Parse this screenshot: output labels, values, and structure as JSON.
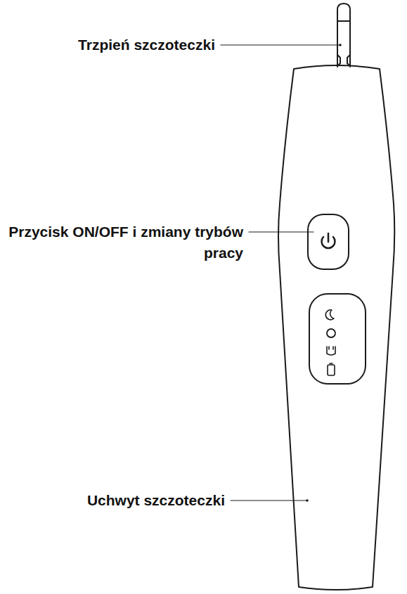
{
  "diagram": {
    "labels": [
      "Trzpień szczoteczki",
      "Przycisk ON/OFF i zmiany trybów pracy",
      "Uchwyt szczoteczki"
    ]
  }
}
